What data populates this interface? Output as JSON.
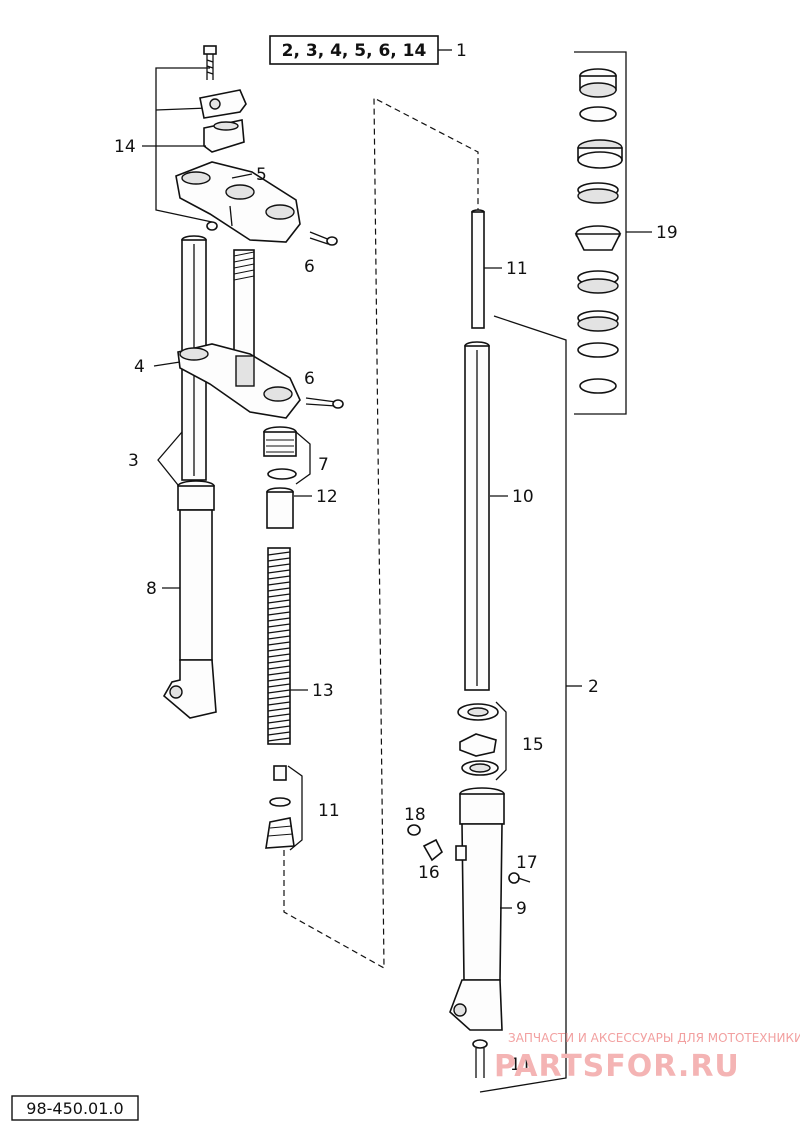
{
  "assembly_box": "2, 3, 4, 5, 6, 14",
  "labels": {
    "l1": "1",
    "l2": "2",
    "l3": "3",
    "l4": "4",
    "l5": "5",
    "l6a": "6",
    "l6b": "6",
    "l7": "7",
    "l8": "8",
    "l9": "9",
    "l10": "10",
    "l11a": "11",
    "l11b": "11",
    "l11c": "11",
    "l12": "12",
    "l13": "13",
    "l14": "14",
    "l15": "15",
    "l16": "16",
    "l17": "17",
    "l18": "18",
    "l19": "19"
  },
  "watermark": {
    "line1": "ЗАПЧАСТИ И АКСЕССУАРЫ ДЛЯ МОТОТЕХНИКИ",
    "line2": "PARTSFOR.RU"
  },
  "drawing_code": "98-450.01.0"
}
